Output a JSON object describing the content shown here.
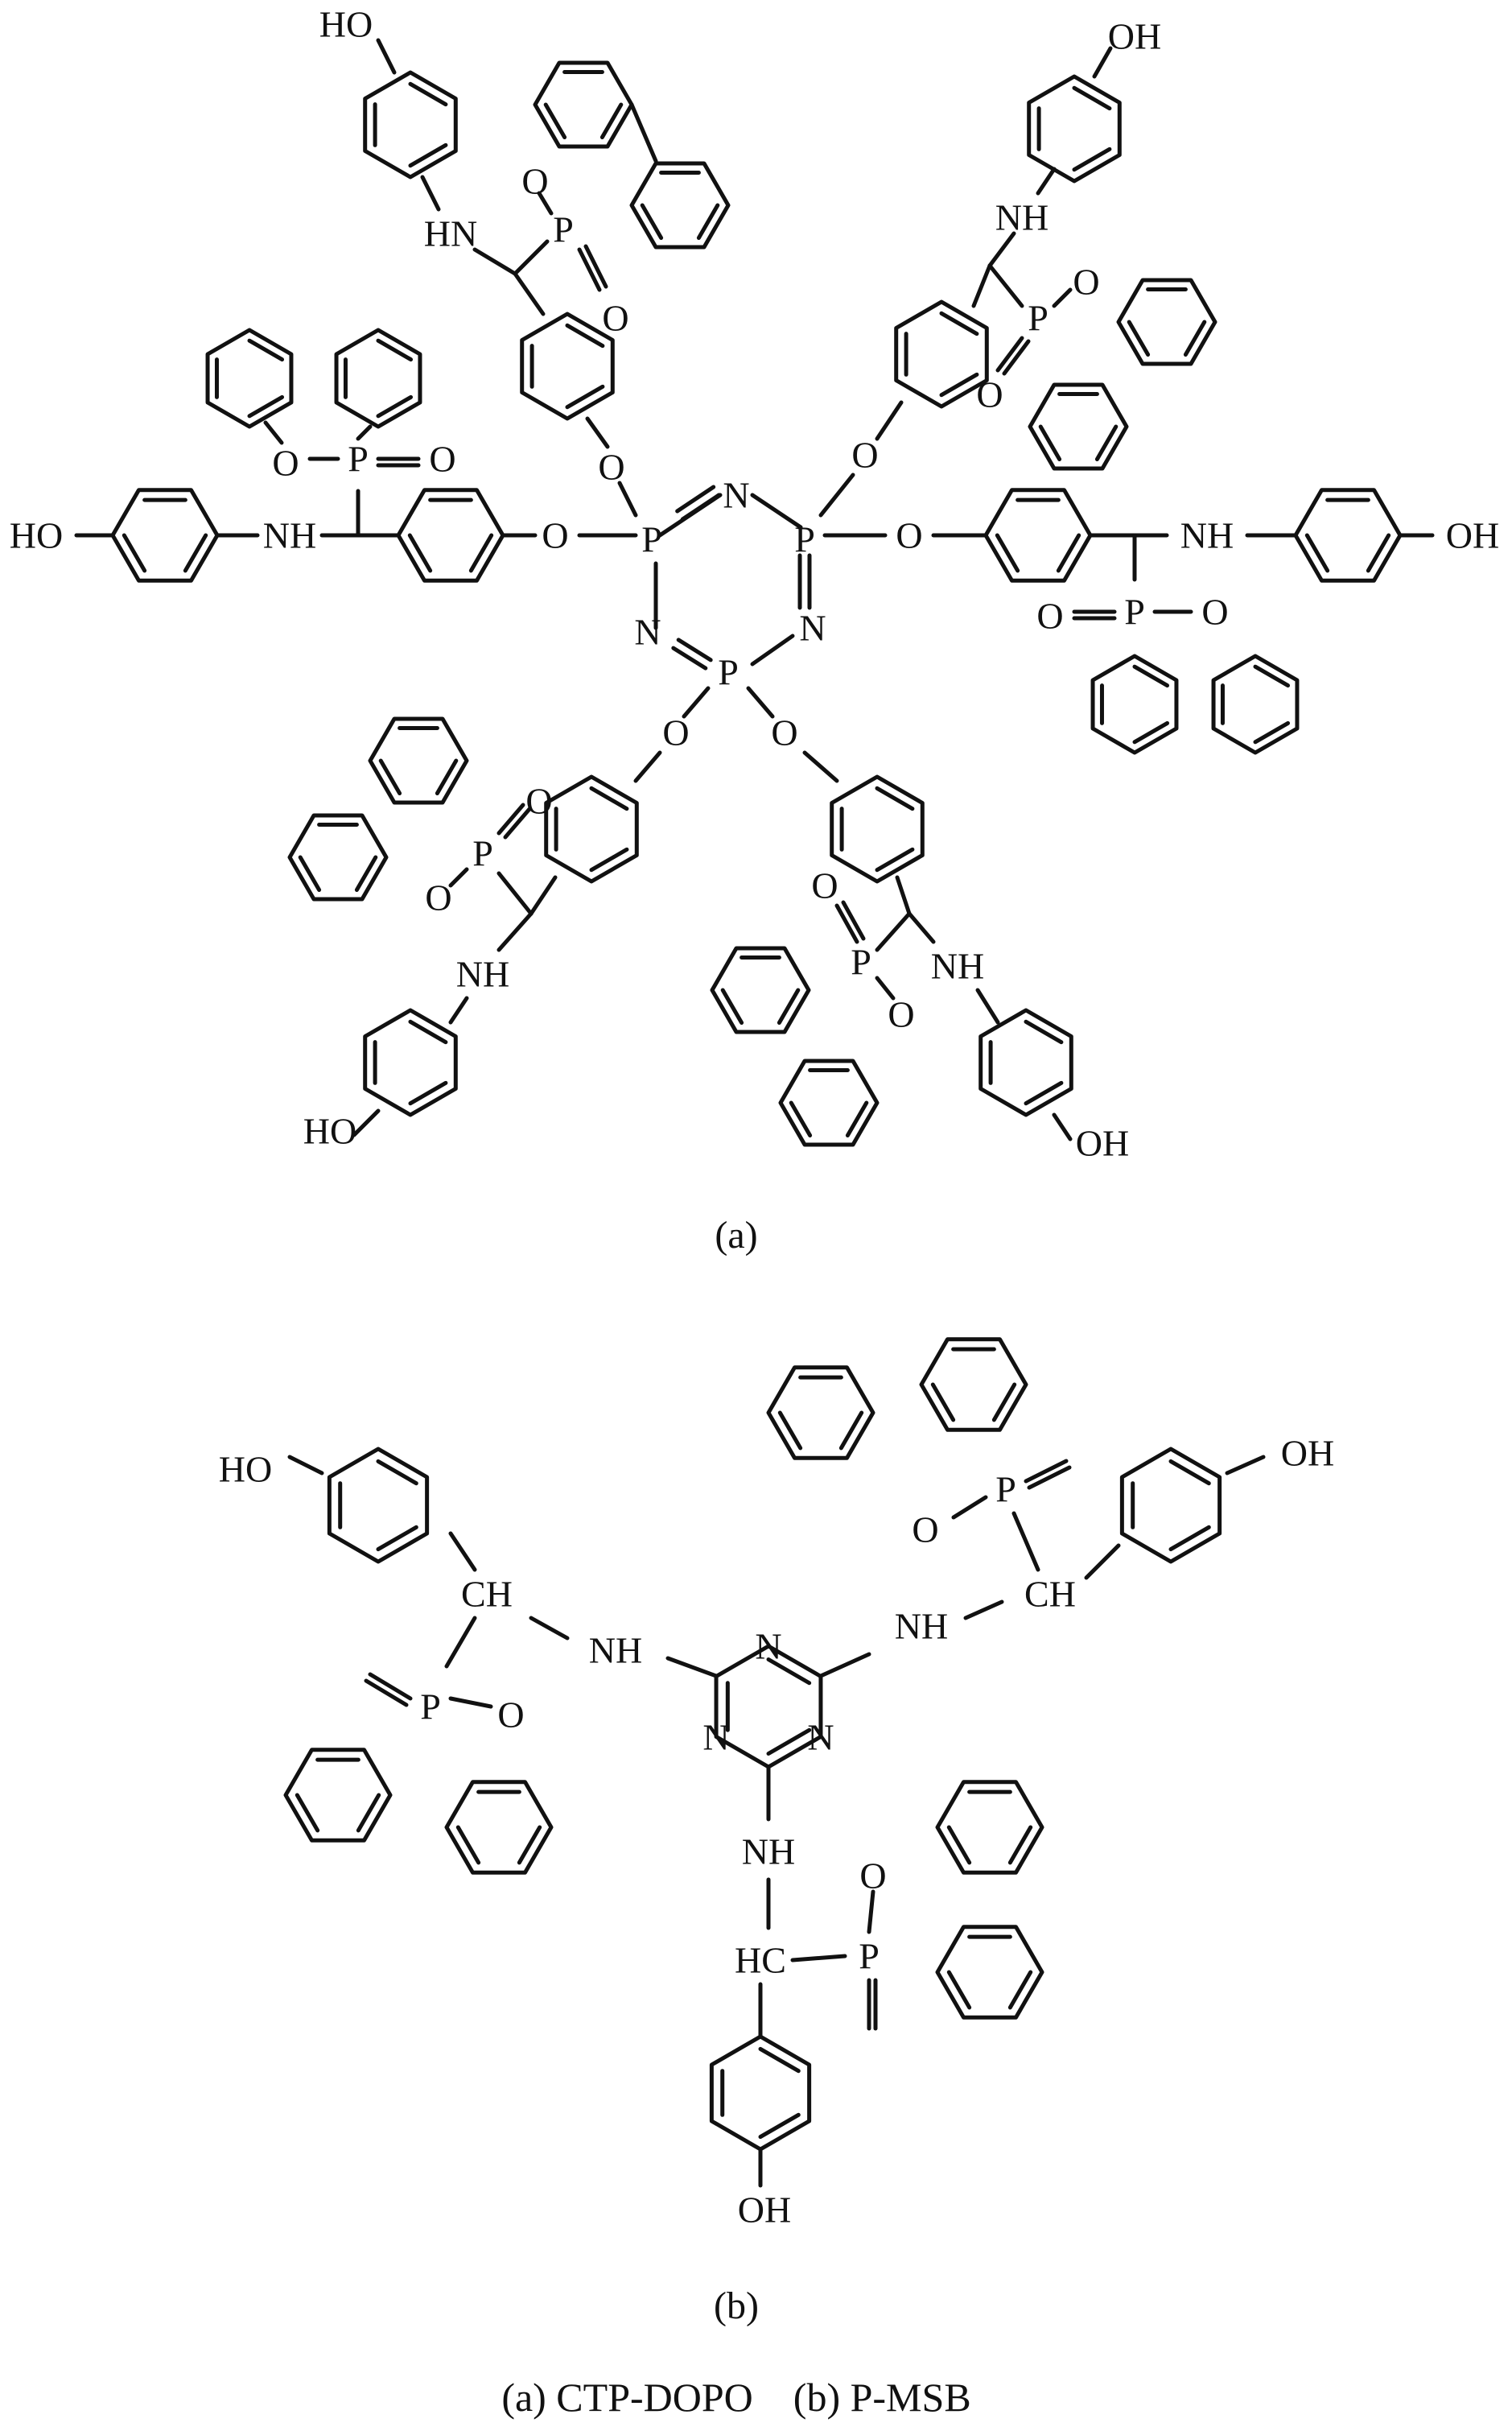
{
  "figure": {
    "panel_a": {
      "label": "(a)",
      "atom_labels": {
        "ring_P": "P",
        "ring_N": "N",
        "O": "O",
        "OH": "OH",
        "HO": "HO",
        "NH": "NH",
        "HN": "HN",
        "P": "P",
        "O_eq": "O",
        "PO": "P=O"
      }
    },
    "panel_b": {
      "label": "(b)",
      "atom_labels": {
        "N": "N",
        "NH": "NH",
        "CH": "CH",
        "HC": "HC",
        "P": "P",
        "O": "O",
        "OH": "OH",
        "HO": "HO"
      }
    },
    "caption": "(a) CTP-DOPO    (b) P-MSB"
  }
}
